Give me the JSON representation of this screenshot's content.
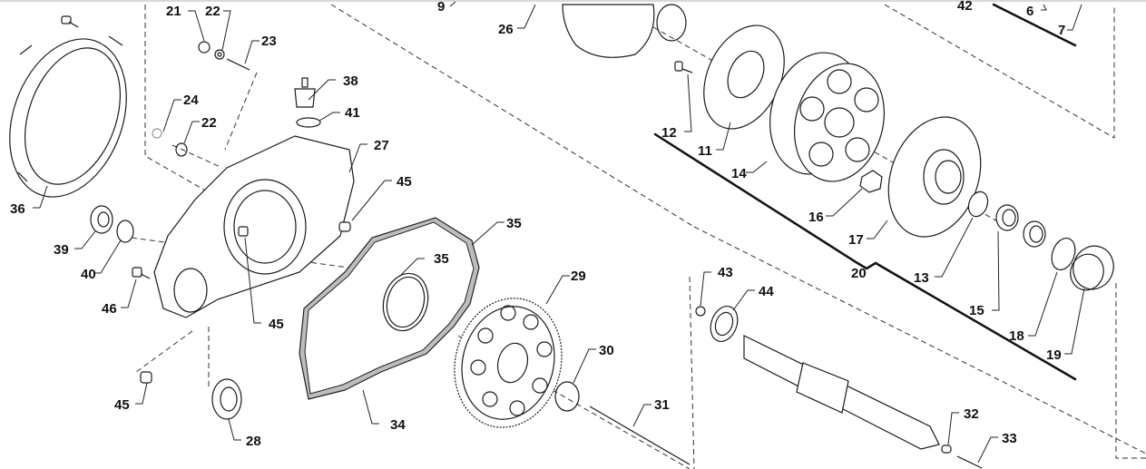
{
  "diagram": {
    "title": "Exploded parts diagram - clutch cover and clutch assembly",
    "labels": [
      {
        "id": "lbl-21",
        "text": "21"
      },
      {
        "id": "lbl-22a",
        "text": "22"
      },
      {
        "id": "lbl-23",
        "text": "23"
      },
      {
        "id": "lbl-24",
        "text": "24"
      },
      {
        "id": "lbl-22b",
        "text": "22"
      },
      {
        "id": "lbl-38",
        "text": "38"
      },
      {
        "id": "lbl-41",
        "text": "41"
      },
      {
        "id": "lbl-27",
        "text": "27"
      },
      {
        "id": "lbl-36",
        "text": "36"
      },
      {
        "id": "lbl-45a",
        "text": "45"
      },
      {
        "id": "lbl-39",
        "text": "39"
      },
      {
        "id": "lbl-40",
        "text": "40"
      },
      {
        "id": "lbl-46",
        "text": "46"
      },
      {
        "id": "lbl-45b",
        "text": "45"
      },
      {
        "id": "lbl-45c",
        "text": "45"
      },
      {
        "id": "lbl-28",
        "text": "28"
      },
      {
        "id": "lbl-35a",
        "text": "35"
      },
      {
        "id": "lbl-35b",
        "text": "35"
      },
      {
        "id": "lbl-34",
        "text": "34"
      },
      {
        "id": "lbl-29",
        "text": "29"
      },
      {
        "id": "lbl-30",
        "text": "30"
      },
      {
        "id": "lbl-31",
        "text": "31"
      },
      {
        "id": "lbl-9",
        "text": "9"
      },
      {
        "id": "lbl-26",
        "text": "26"
      },
      {
        "id": "lbl-12",
        "text": "12"
      },
      {
        "id": "lbl-11",
        "text": "11"
      },
      {
        "id": "lbl-14",
        "text": "14"
      },
      {
        "id": "lbl-16",
        "text": "16"
      },
      {
        "id": "lbl-17",
        "text": "17"
      },
      {
        "id": "lbl-20",
        "text": "20"
      },
      {
        "id": "lbl-13",
        "text": "13"
      },
      {
        "id": "lbl-15",
        "text": "15"
      },
      {
        "id": "lbl-18",
        "text": "18"
      },
      {
        "id": "lbl-19",
        "text": "19"
      },
      {
        "id": "lbl-42",
        "text": "42"
      },
      {
        "id": "lbl-6",
        "text": "6"
      },
      {
        "id": "lbl-7",
        "text": "7"
      },
      {
        "id": "lbl-43",
        "text": "43"
      },
      {
        "id": "lbl-44",
        "text": "44"
      },
      {
        "id": "lbl-32",
        "text": "32"
      },
      {
        "id": "lbl-33",
        "text": "33"
      }
    ]
  }
}
